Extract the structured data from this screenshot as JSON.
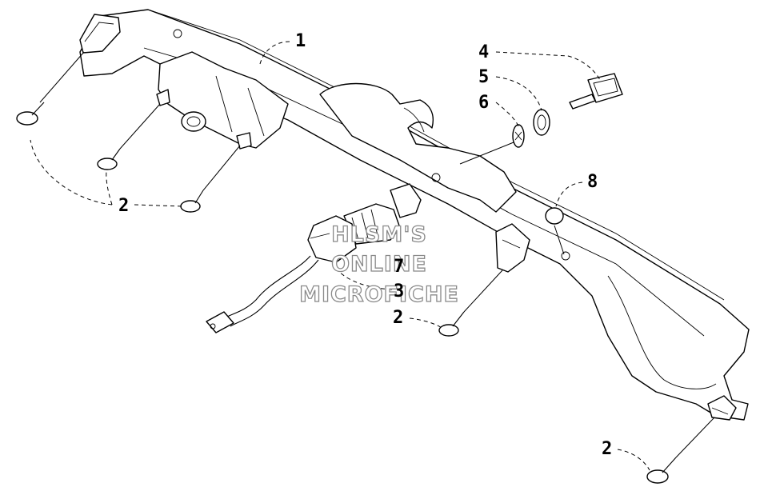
{
  "callouts": [
    {
      "id": "c1",
      "label": "1"
    },
    {
      "id": "c2a",
      "label": "2"
    },
    {
      "id": "c2b",
      "label": "2"
    },
    {
      "id": "c2c",
      "label": "2"
    },
    {
      "id": "c3",
      "label": "3"
    },
    {
      "id": "c4",
      "label": "4"
    },
    {
      "id": "c5",
      "label": "5"
    },
    {
      "id": "c6",
      "label": "6"
    },
    {
      "id": "c7",
      "label": "7"
    },
    {
      "id": "c8",
      "label": "8"
    }
  ],
  "watermark": {
    "line1": "HLSM'S",
    "line2": "ONLINE",
    "line3": "MICROFICHE"
  }
}
